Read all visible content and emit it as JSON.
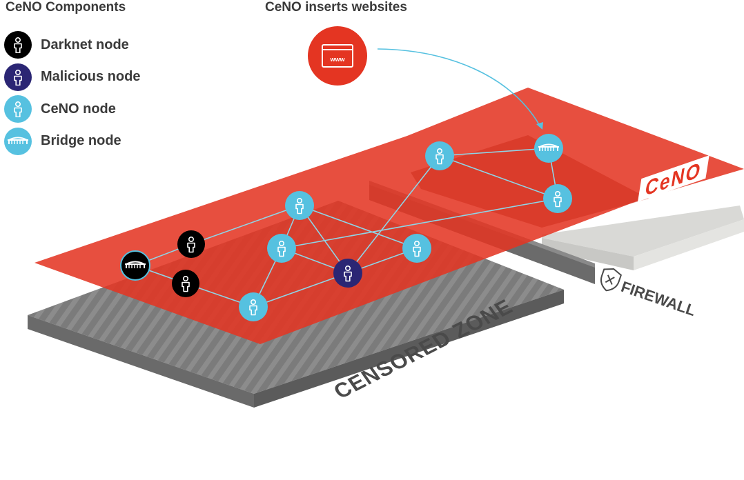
{
  "components_title": "CeNO Components",
  "inserts_title": "CeNO inserts websites",
  "website_label": "www",
  "legend": [
    {
      "label": "Darknet node",
      "kind": "darknet"
    },
    {
      "label": "Malicious node",
      "kind": "malicious"
    },
    {
      "label": "CeNO node",
      "kind": "ceno"
    },
    {
      "label": "Bridge node",
      "kind": "bridge"
    }
  ],
  "ceno_logo": "CeNO",
  "firewall_label": "FIREWALL",
  "censored_label": "CENSORED ZONE",
  "colors": {
    "ceno_red": "#e43522",
    "darknet": "#000000",
    "malicious": "#2b2674",
    "ceno_node": "#56c1e0",
    "bridge": "#56c1e0",
    "link": "#8fd4e6",
    "censored_zone": "#7a7a7a",
    "firewall": "#6d6e6e"
  }
}
